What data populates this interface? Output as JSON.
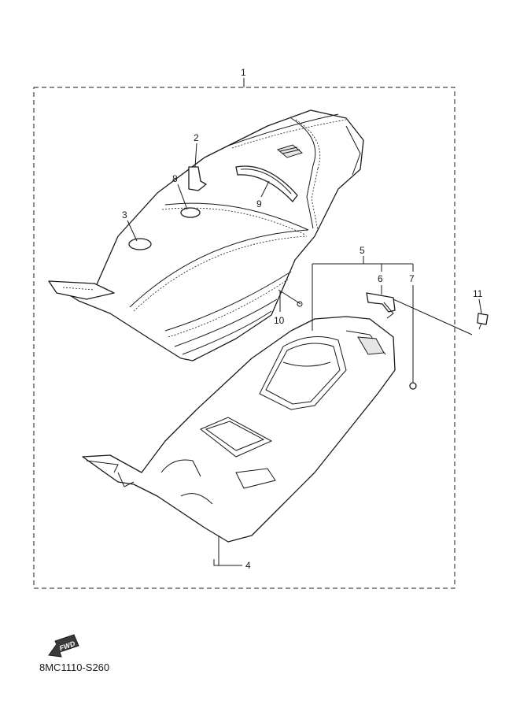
{
  "diagram": {
    "callouts": [
      "1",
      "2",
      "3",
      "4",
      "5",
      "6",
      "7",
      "8",
      "9",
      "10",
      "11"
    ],
    "fwd_label": "FWD",
    "drawing_code": "8MC1110-S260"
  }
}
